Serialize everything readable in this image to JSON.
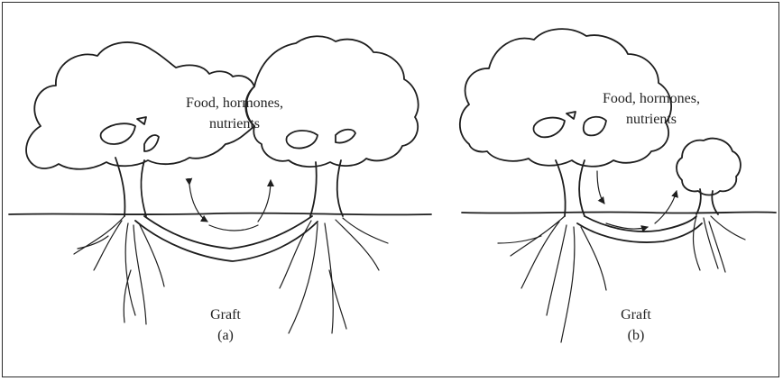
{
  "diagram": {
    "panel_a": {
      "caption_label": "Food, hormones,",
      "caption_label_2": "nutrients",
      "graft_label": "Graft",
      "panel_label": "(a)"
    },
    "panel_b": {
      "caption_label": "Food, hormones,",
      "caption_label_2": "nutrients",
      "graft_label": "Graft",
      "panel_label": "(b)"
    },
    "colors": {
      "ink": "#1e1e1e",
      "background": "#ffffff",
      "border": "#2a2a2a"
    }
  }
}
